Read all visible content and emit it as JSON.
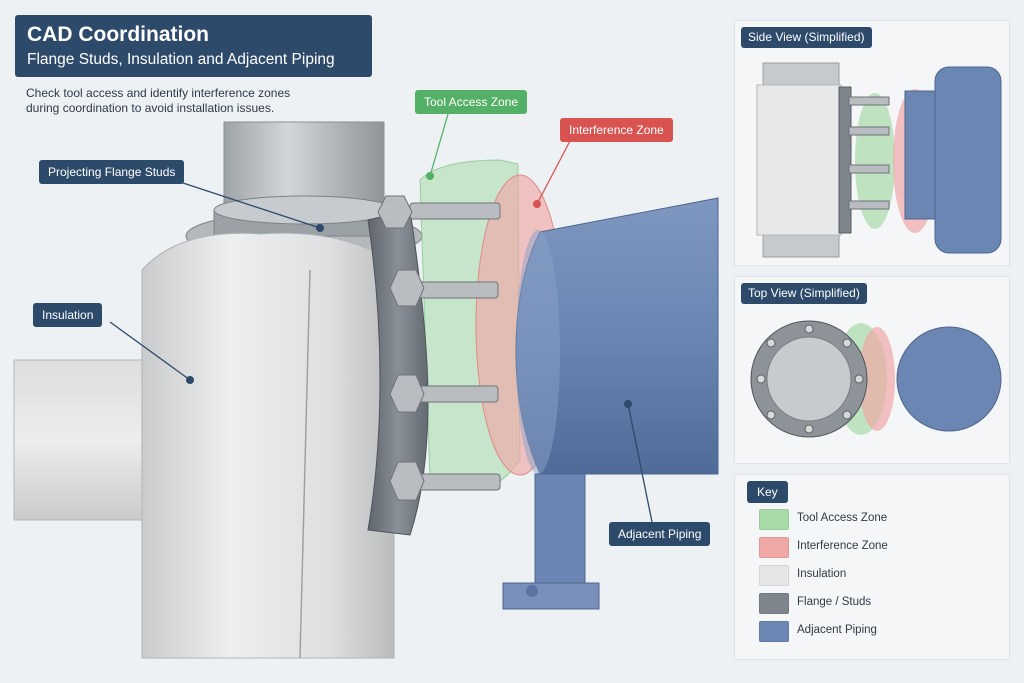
{
  "header": {
    "title": "CAD Coordination",
    "subtitle": "Flange Studs, Insulation and Adjacent Piping",
    "description": "Check tool access and identify interference zones during coordination to avoid installation issues."
  },
  "callouts": {
    "tool_access": "Tool Access Zone",
    "interference": "Interference Zone",
    "studs": "Projecting Flange Studs",
    "insulation": "Insulation",
    "adjacent": "Adjacent Piping"
  },
  "side_view": {
    "title": "Side View (Simplified)"
  },
  "top_view": {
    "title": "Top View (Simplified)"
  },
  "key": {
    "title": "Key",
    "items": [
      {
        "label": "Tool Access Zone",
        "color": "#a8dba8"
      },
      {
        "label": "Interference Zone",
        "color": "#f0a8a6"
      },
      {
        "label": "Insulation",
        "color": "#e4e6e8"
      },
      {
        "label": "Flange / Studs",
        "color": "#7f858c"
      },
      {
        "label": "Adjacent Piping",
        "color": "#6b86b3"
      }
    ]
  },
  "colors": {
    "navy": "#2d4a6b",
    "tool_access_green": "#55b067",
    "interference_red": "#d95350",
    "adjacent_blue": "#6b86b3",
    "flange_gray": "#7f858c",
    "insulation_gray": "#e4e6e8"
  }
}
